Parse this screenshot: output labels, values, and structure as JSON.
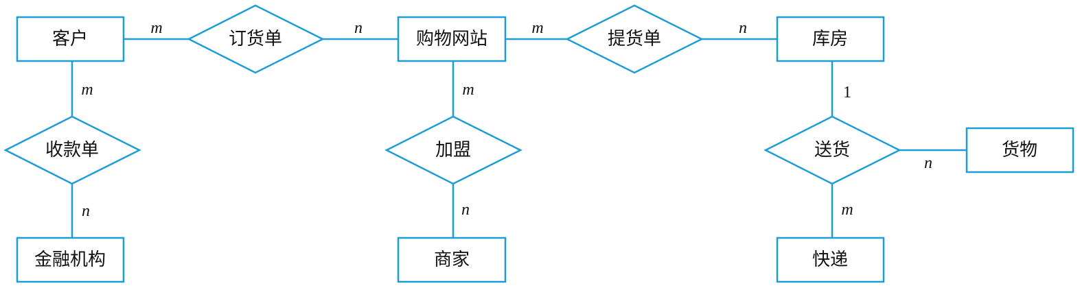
{
  "entities": {
    "customer": "客户",
    "shopping_site": "购物网站",
    "warehouse": "库房",
    "financial_institution": "金融机构",
    "merchant": "商家",
    "courier": "快递",
    "goods": "货物"
  },
  "relationships": {
    "order": "订货单",
    "pickup": "提货单",
    "receipt": "收款单",
    "franchise": "加盟",
    "delivery": "送货"
  },
  "cardinalities": {
    "customer_order": "m",
    "order_site": "n",
    "site_pickup": "m",
    "pickup_warehouse": "n",
    "customer_receipt": "m",
    "receipt_financial": "n",
    "site_franchise": "m",
    "franchise_merchant": "n",
    "warehouse_delivery": "1",
    "delivery_goods": "n",
    "delivery_courier": "m"
  },
  "colors": {
    "stroke": "#1e9cd6",
    "text": "#111111"
  }
}
